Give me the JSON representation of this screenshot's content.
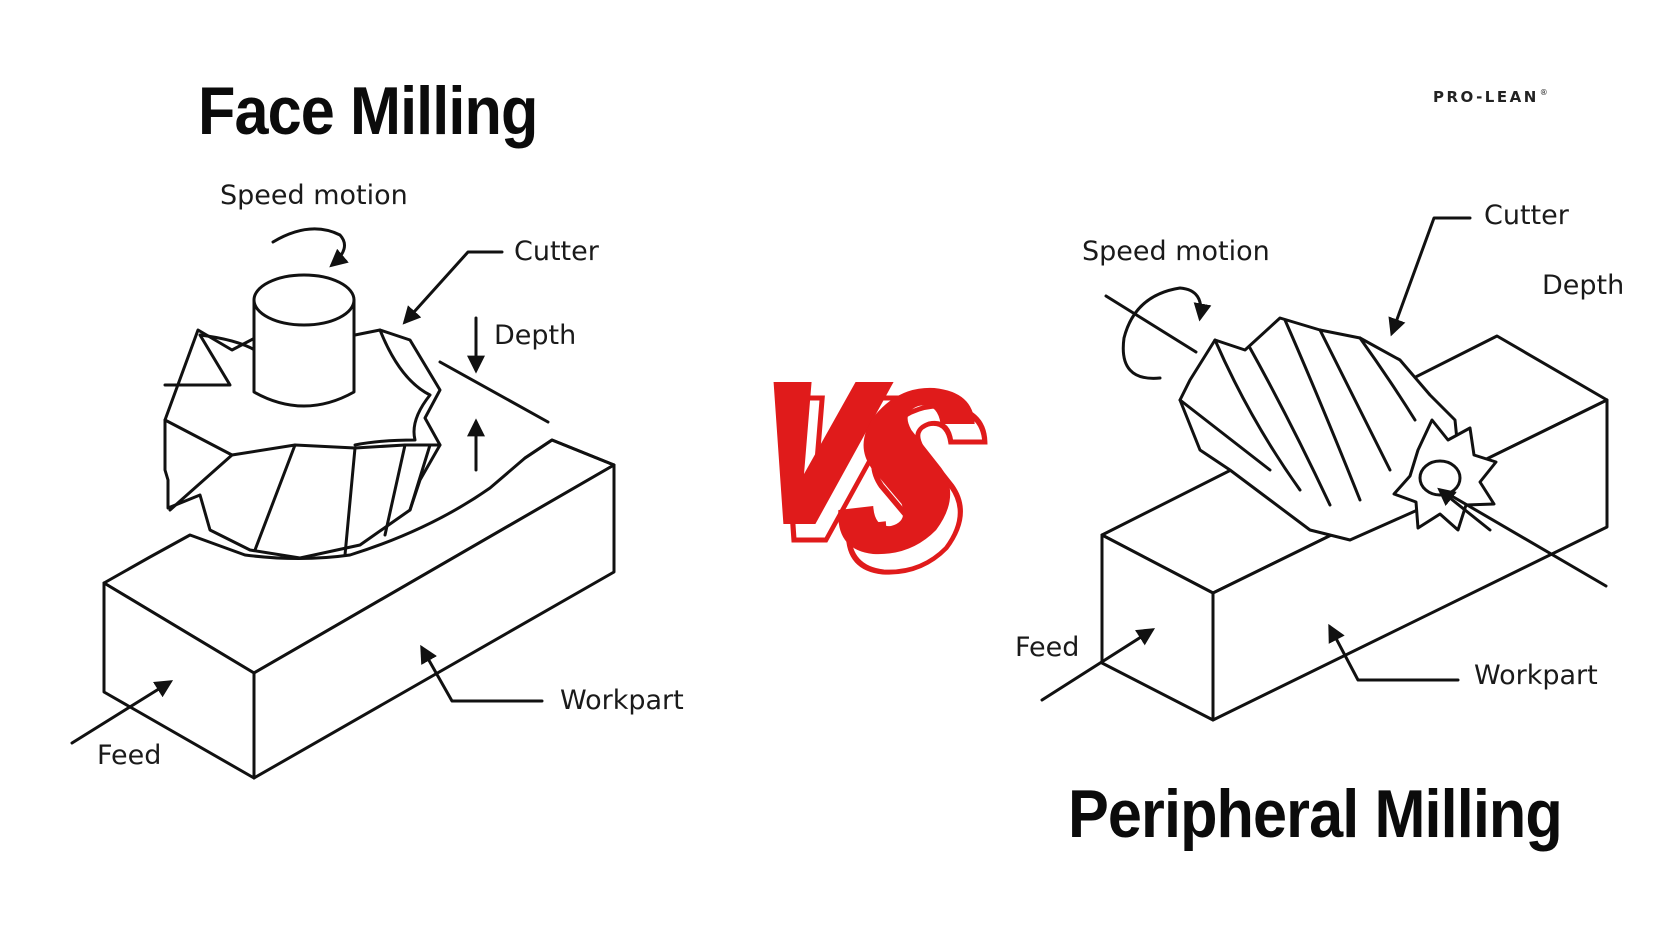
{
  "face_milling": {
    "title": "Face Milling",
    "labels": {
      "speed_motion": "Speed motion",
      "cutter": "Cutter",
      "depth": "Depth",
      "workpart": "Workpart",
      "feed": "Feed"
    }
  },
  "versus": "VS",
  "peripheral_milling": {
    "title": "Peripheral Milling",
    "labels": {
      "speed_motion": "Speed motion",
      "cutter": "Cutter",
      "depth": "Depth",
      "workpart": "Workpart",
      "feed": "Feed"
    }
  },
  "brand": {
    "name": "PRO-LEAN",
    "mark": "®"
  },
  "colors": {
    "vs_red": "#e01b1b",
    "line": "#111111",
    "background": "#ffffff"
  }
}
